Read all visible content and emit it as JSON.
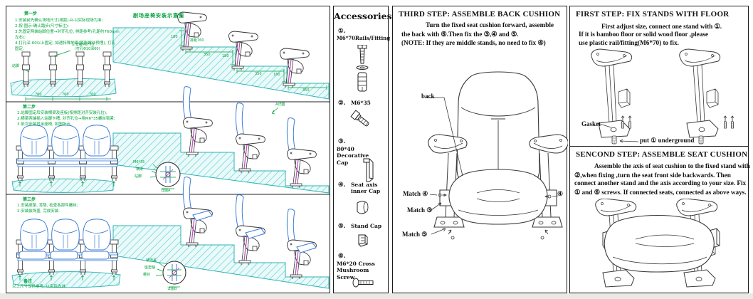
{
  "colors": {
    "cad_green": "#00a33c",
    "cad_cyan_line": "#2fb3b3",
    "cad_cyan_fill": "#eafafa",
    "seat_blue": "#3b7dd8",
    "stand_magenta": "#c44fc4",
    "ink": "#1b1b1b"
  },
  "cad": {
    "title": "剧场座椅安装示意图",
    "s1": {
      "header": "第一步",
      "notes": [
        "1.安装前先确认场地尺寸(排距)-R-以实际现场为准;",
        "2.按-图示-确认踏步(尺寸标注);",
        "3.先固定两端站脚位置→对齐孔位, 排距参考(孔距约760mm",
        "左右);",
        "4.打孔深-60以上固定, 如遇特殊地面(膨胀螺丝预埋), 打孔",
        "固定."
      ],
      "callout_1": "1.安装M6*70",
      "callout_2": "(打孔Φ10深60)",
      "left_label": "站脚",
      "pitch_label": "排距760",
      "floor_dims": [
        "760",
        "760",
        "760"
      ],
      "tread_dims": [
        "350",
        "350",
        "350"
      ],
      "riser_dims": [
        "180",
        "180",
        "180"
      ]
    },
    "s2": {
      "header": "第二步",
      "notes": [
        "1.站脚固定后安装横梁及座板(按排距对齐安装孔位);",
        "2.横梁两端插入站脚卡槽, 对齐孔位→用M6*35螺丝锁紧;",
        "3.依次安装其余座椅, 如图所示."
      ],
      "top_label": "A详图",
      "circle_labels": [
        "M6*35",
        "横梁",
        "站脚"
      ],
      "circle_caption": "详图A"
    },
    "s3": {
      "header": "第三步",
      "notes": [
        "1.安装座垫, 背垫, 检查各部件螺丝;",
        "2.安装装饰盖, 完成安装."
      ],
      "circle_labels": [
        "装饰盖",
        "座垫轴",
        "螺丝"
      ],
      "circle_caption": "详图B",
      "footer_header": "备注",
      "footer_note": "以上尺寸仅供参考, 以实际为准."
    }
  },
  "accessories": {
    "title": "Accessories",
    "items": [
      {
        "num": "①.",
        "label": "M6*70Rails/Fitting"
      },
      {
        "num": "②.",
        "label": "M6*35"
      },
      {
        "num": "③.",
        "label": "80*40 Decorative Cap"
      },
      {
        "num": "④.",
        "label": "Seat axis inner Cap"
      },
      {
        "num": "⑤.",
        "label": "Stand Cap"
      },
      {
        "num": "⑥.",
        "label": "M6*20 Cross Mushroom Screw"
      }
    ]
  },
  "third_step": {
    "title": "THIRD STEP: ASSEMBLE BACK CUSHION",
    "line1": "Turn the fixed seat cushion forward, assemble",
    "line2": "the back with ⑥.Then fix the ③,④ and ⑤.",
    "line3": "(NOTE: If they are middle stands, no need to fix ④)",
    "back_label": "back",
    "match_top": "Match ④",
    "match_mid": "Match ③",
    "match_bottom": "Match ⑤",
    "right_circle": "④"
  },
  "first_step": {
    "title": "FIRST STEP: FIX STANDS WITH FLOOR",
    "line1": "First adjust size, connect one stand with ①.",
    "line2": "If it is bamboo floor or solid wood floor ,please",
    "line3": "use  plastic rail/fitting(M6*70) to fix.",
    "gasket_label": "Gasket",
    "underground_label": "put ① underground"
  },
  "second_step": {
    "title": "SENCOND STEP: ASSEMBLE SEAT CUSHION",
    "line1": "Assemble the axis of seat cushion to the fixed stand with",
    "line2": "②,when fixing ,turn the seat front side backwards. Then",
    "line3": "connect another stand and the axis according to your size. Fix",
    "line4": "① and ⑥ screws. If connected seats, connected as above ways."
  }
}
